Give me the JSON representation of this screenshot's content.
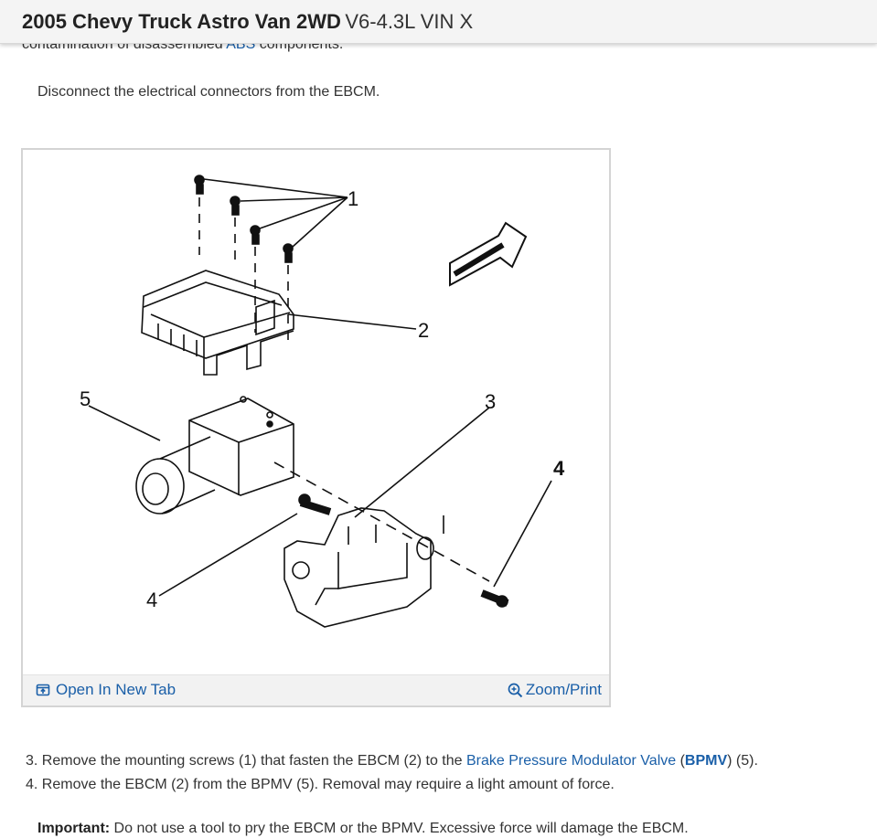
{
  "header": {
    "title_bold": "2005 Chevy Truck Astro Van 2WD",
    "title_rest": "V6-4.3L VIN X"
  },
  "content": {
    "cut_line_prefix": "contamination of disassembled ",
    "cut_line_link": "ABS",
    "cut_line_suffix": " components.",
    "intro": "Disconnect the electrical connectors from the EBCM.",
    "figure": {
      "callouts": [
        "1",
        "2",
        "3",
        "4",
        "4",
        "5"
      ],
      "open_tab_label": "Open In New Tab",
      "zoom_label": "Zoom/Print"
    },
    "steps": [
      {
        "prefix": "3. Remove the mounting screws (1) that fasten the EBCM (2) to the ",
        "link": "Brake Pressure Modulator Valve",
        "mid": " (",
        "link_bold": "BPMV",
        "suffix": ") (5)."
      },
      {
        "text": "4. Remove the EBCM (2) from the BPMV (5). Removal may require a light amount of force."
      }
    ],
    "important_label": "Important:",
    "important_text": " Do not use a tool to pry the EBCM or the BPMV. Excessive force will damage the EBCM."
  },
  "colors": {
    "link": "#1a5fa8",
    "header_bg": "#f4f4f4",
    "footer_bg": "#f2f2f2"
  },
  "icons": {
    "open_tab": "open-new-tab-icon",
    "zoom": "zoom-in-icon"
  }
}
